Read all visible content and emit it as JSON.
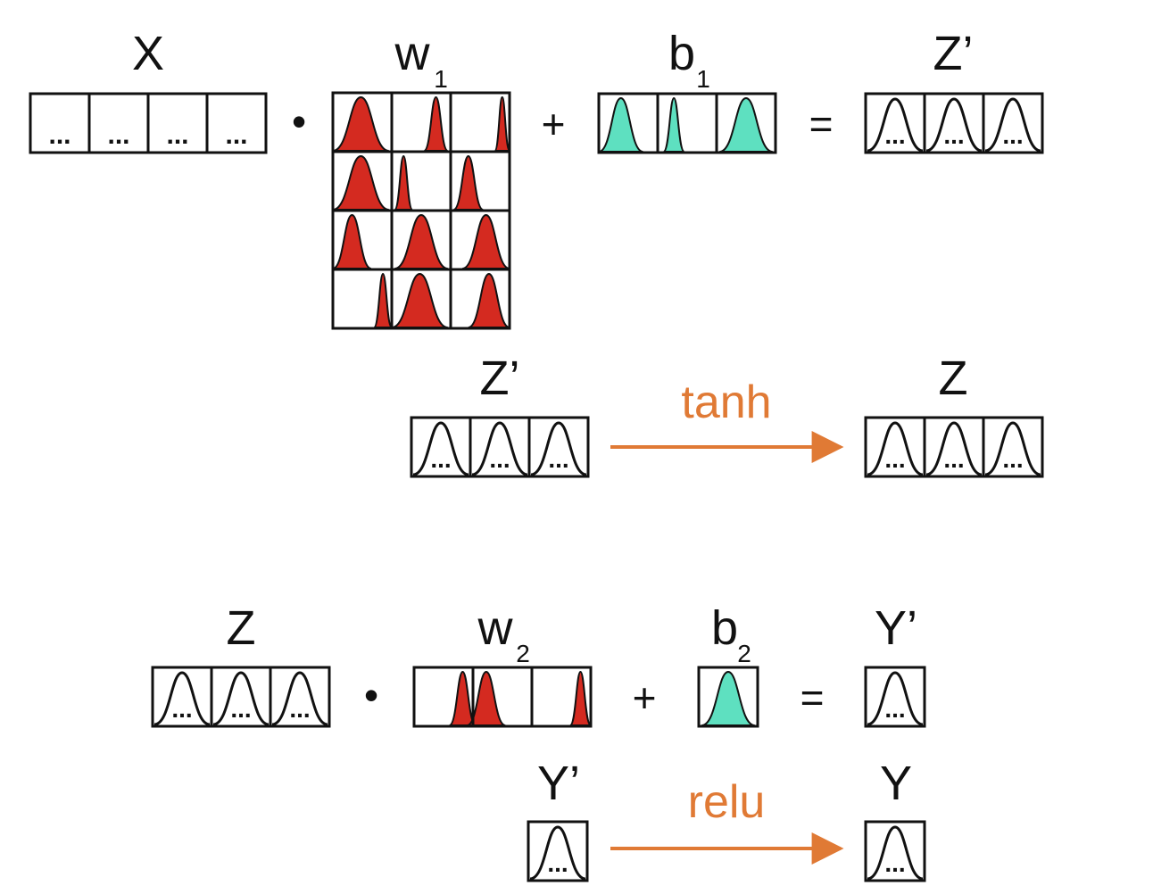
{
  "labels": {
    "x": "X",
    "w1": "w",
    "w1_sub": "1",
    "b1": "b",
    "b1_sub": "1",
    "zprime": "Z’",
    "z": "Z",
    "w2": "w",
    "w2_sub": "2",
    "b2": "b",
    "b2_sub": "2",
    "yprime": "Y’",
    "y": "Y"
  },
  "operators": {
    "dot": "•",
    "plus": "+",
    "equals": "="
  },
  "activations": {
    "tanh": "tanh",
    "relu": "relu"
  },
  "cell_text": "...",
  "colors": {
    "weight": "#d42a20",
    "bias": "#5ee0c0",
    "activation": "#e07a35",
    "ink": "#111111"
  }
}
